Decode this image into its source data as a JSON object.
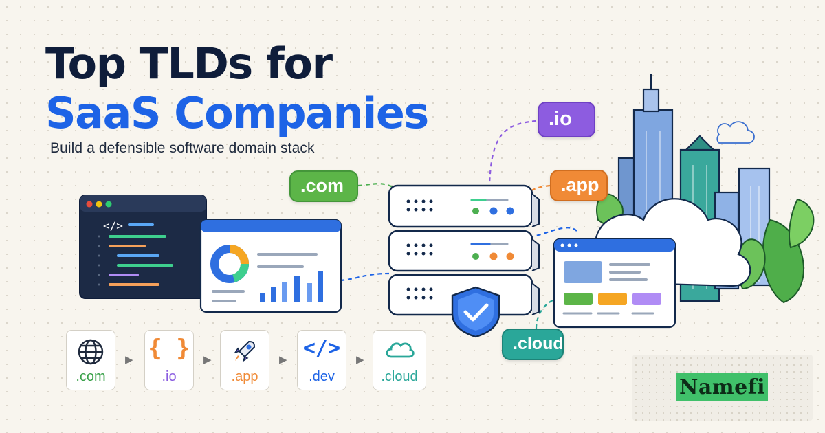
{
  "header": {
    "title_line1": "Top TLDs for",
    "title_line2": "SaaS Companies",
    "subtitle": "Build a defensible software domain stack"
  },
  "tld_pills": {
    "io": ".io",
    "com": ".com",
    "app": ".app",
    "cloud": ".cloud"
  },
  "flow": [
    {
      "label": ".com",
      "icon": "globe-icon",
      "color": "#3aa14a"
    },
    {
      "label": ".io",
      "icon": "curly-braces-icon",
      "color": "#8a5ce0"
    },
    {
      "label": ".app",
      "icon": "rocket-icon",
      "color": "#f08a36"
    },
    {
      "label": ".dev",
      "icon": "code-brackets-icon",
      "color": "#1d63e6"
    },
    {
      "label": ".cloud",
      "icon": "cloud-icon",
      "color": "#2aa799"
    }
  ],
  "brand": {
    "name": "Namefi",
    "color": "#40c06a"
  },
  "colors": {
    "navy": "#0f1d3a",
    "blue": "#1d63e6",
    "background": "#f8f5ee"
  }
}
